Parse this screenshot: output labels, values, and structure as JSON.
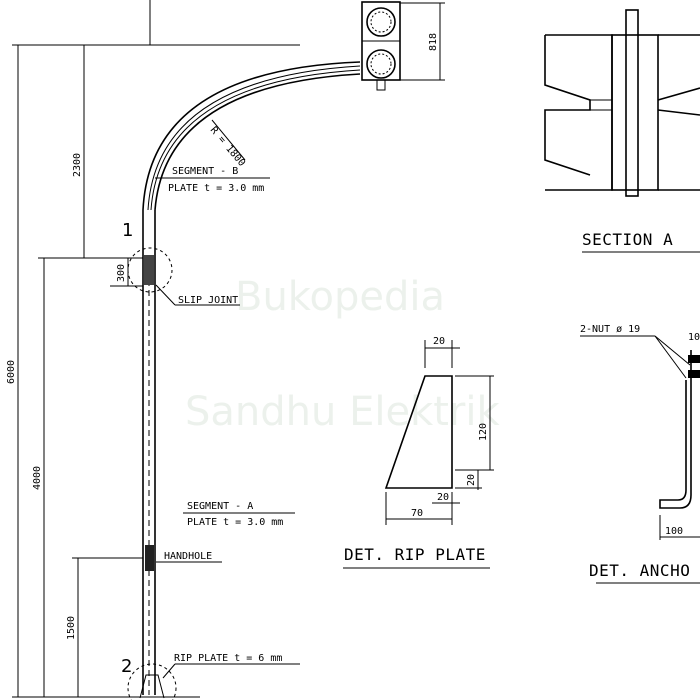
{
  "pole": {
    "total_height": "6000",
    "seg_b_height": "2300",
    "seg_a_height": "4000",
    "slip_len": "300",
    "handhole_height": "1500",
    "head_dim": "818",
    "radius": "R = 1800",
    "marker_1": "1",
    "marker_2": "2"
  },
  "labels": {
    "segment_b": "SEGMENT - B",
    "plate_b": "PLATE t = 3.0 mm",
    "slip_joint": "SLIP JOINT",
    "segment_a": "SEGMENT - A",
    "plate_a": "PLATE t = 3.0 mm",
    "handhole": "HANDHOLE",
    "rip_plate": "RIP PLATE t = 6 mm"
  },
  "section_a": {
    "title": "SECTION A"
  },
  "rip_plate_detail": {
    "title": "DET. RIP PLATE",
    "dim_top": "20",
    "dim_height": "120",
    "dim_inner": "20",
    "dim_base_small": "20",
    "dim_base": "70"
  },
  "anchor_detail": {
    "title": "DET. ANCHO",
    "nut_label": "2-NUT ø 19",
    "dim_top": "10",
    "dim_bottom": "100"
  },
  "watermark": {
    "line1": "Bukopedia",
    "line2": "Sandhu Elektrik"
  }
}
